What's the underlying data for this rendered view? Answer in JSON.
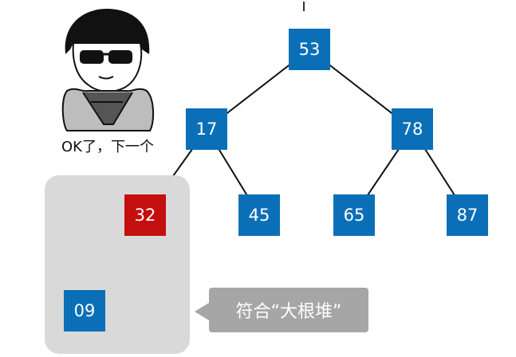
{
  "meme": {
    "caption": "OK了，下一个",
    "icon": "sunglasses-guy-sticker-icon"
  },
  "tree": {
    "nodes": [
      {
        "id": "n53",
        "value": "53",
        "color": "#0b6fb8"
      },
      {
        "id": "n17",
        "value": "17",
        "color": "#0b6fb8"
      },
      {
        "id": "n78",
        "value": "78",
        "color": "#0b6fb8"
      },
      {
        "id": "n32",
        "value": "32",
        "color": "#c40f0f"
      },
      {
        "id": "n45",
        "value": "45",
        "color": "#0b6fb8"
      },
      {
        "id": "n65",
        "value": "65",
        "color": "#0b6fb8"
      },
      {
        "id": "n87",
        "value": "87",
        "color": "#0b6fb8"
      },
      {
        "id": "n09",
        "value": "09",
        "color": "#0b6fb8"
      }
    ],
    "edges": [
      [
        "n53",
        "n17"
      ],
      [
        "n53",
        "n78"
      ],
      [
        "n17",
        "n32"
      ],
      [
        "n17",
        "n45"
      ],
      [
        "n78",
        "n65"
      ],
      [
        "n78",
        "n87"
      ],
      [
        "n32",
        "n09"
      ]
    ]
  },
  "callout": {
    "text": "符合“大根堆”"
  }
}
